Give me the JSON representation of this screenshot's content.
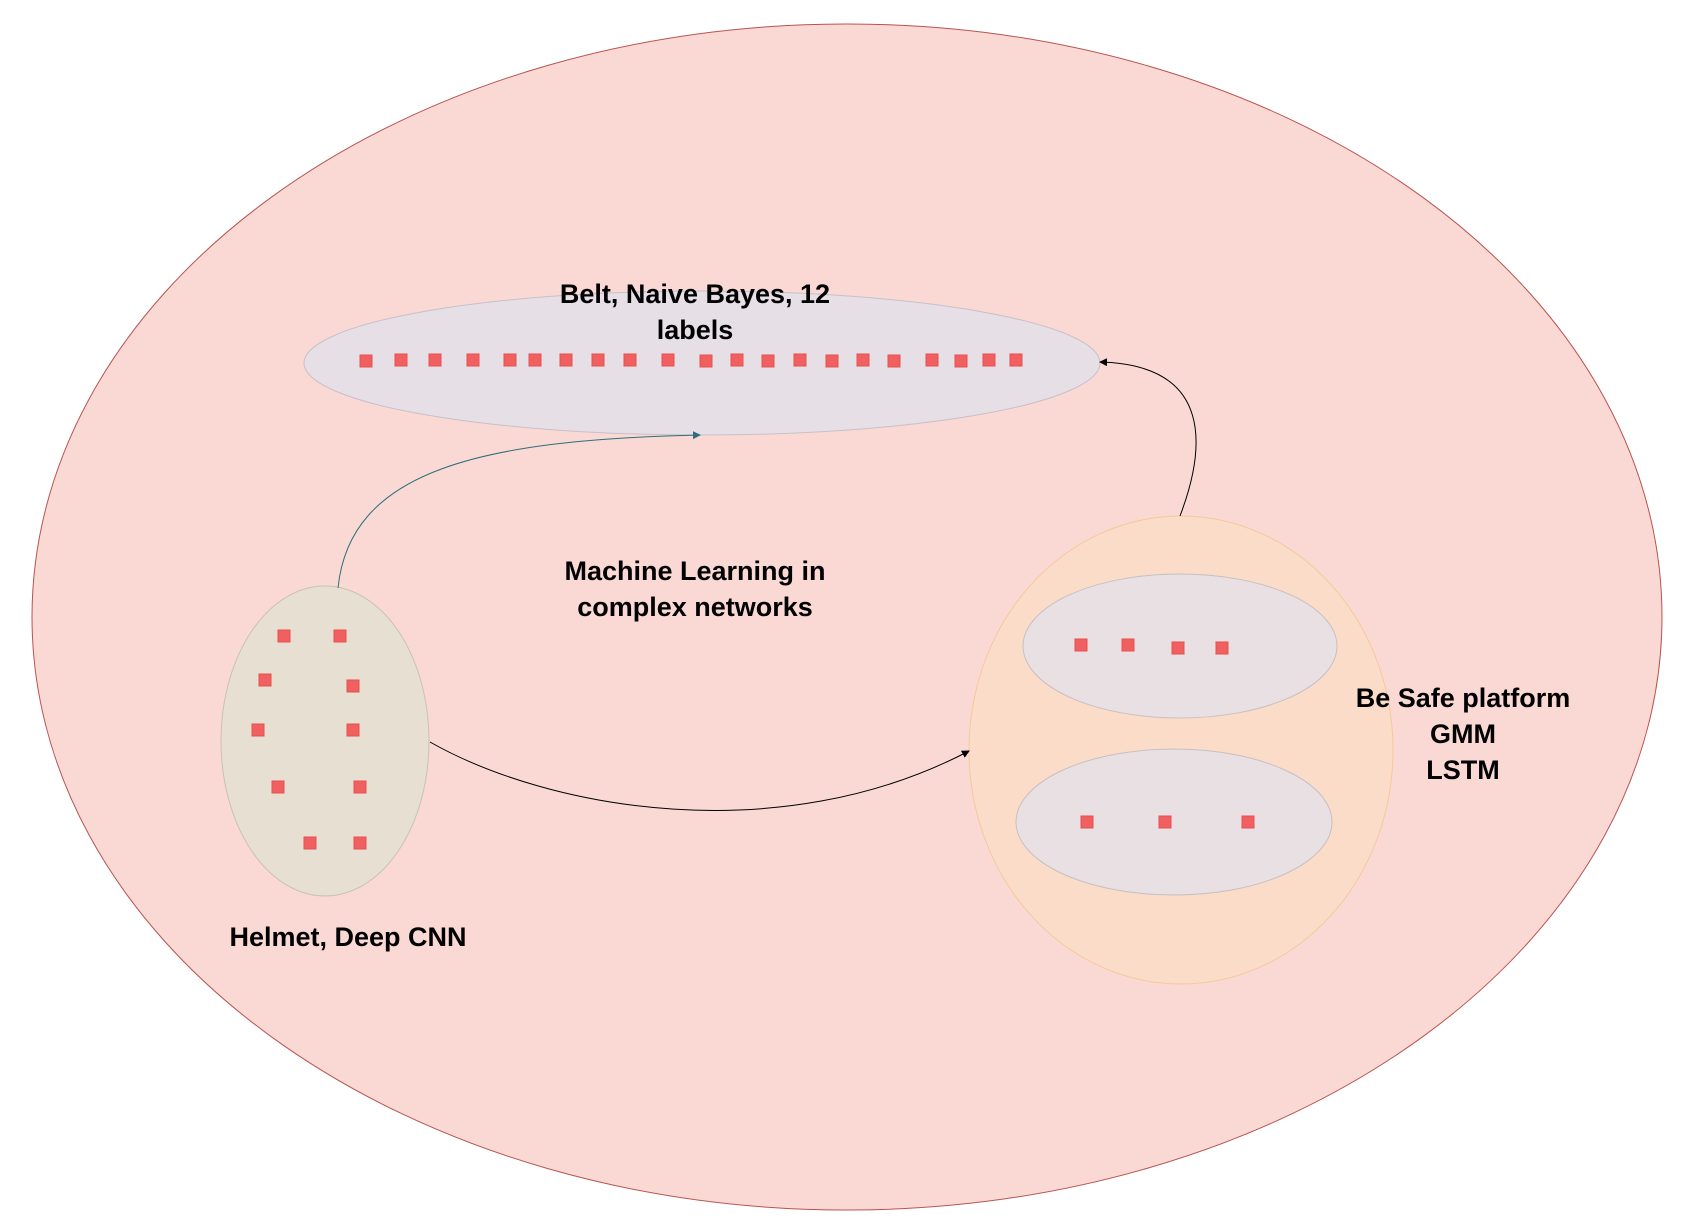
{
  "diagram": {
    "title_lines": [
      "Machine Learning in",
      "complex networks"
    ],
    "belt_lines": [
      "Belt, Naive Bayes, 12",
      "labels"
    ],
    "helmet_label": "Helmet, Deep CNN",
    "besafe_lines": [
      "Be Safe platform",
      "GMM",
      "LSTM"
    ],
    "belt_marker_count": 21,
    "helmet_marker_count": 10,
    "besafe_upper_marker_count": 4,
    "besafe_lower_marker_count": 3
  },
  "colors": {
    "outer_fill": "#fad9d5",
    "outer_stroke": "#b85450",
    "belt_fill": "#e6dfe6",
    "helmet_fill": "#e6dfd2",
    "besafe_fill": "#fadcc8",
    "besafe_stroke": "#f5c99a",
    "inner_fill": "#e8e0e2",
    "marker_fill": "#f06060",
    "marker_stroke": "#e85050",
    "edge_dark": "#000000",
    "edge_teal": "#2e6e7a"
  }
}
